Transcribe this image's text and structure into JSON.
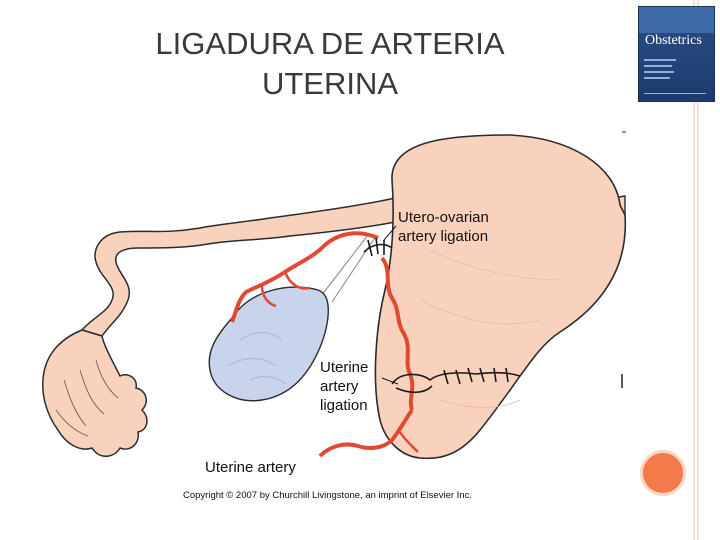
{
  "slide": {
    "title_line1": "LIGADURA DE ARTERIA",
    "title_line2": "UTERINA"
  },
  "book_cover": {
    "title": "Obstetrics"
  },
  "diagram": {
    "labels": {
      "utero_ovarian_line1": "Utero-ovarian",
      "utero_ovarian_line2": "artery ligation",
      "uterine_ligation_line1": "Uterine",
      "uterine_ligation_line2": "artery",
      "uterine_ligation_line3": "ligation",
      "uterine_artery": "Uterine artery"
    },
    "copyright": "Copyright © 2007 by Churchill Livingstone, an imprint of Elsevier Inc."
  },
  "colors": {
    "uterus_fill": "#f8d2bd",
    "uterus_stroke": "#2b2b2b",
    "artery": "#e04a32",
    "ovary": "#c8d3ec",
    "border_accent": "#f6c7b6",
    "title_text": "#3a3a3a",
    "orange_dot": "#f37a4a"
  }
}
